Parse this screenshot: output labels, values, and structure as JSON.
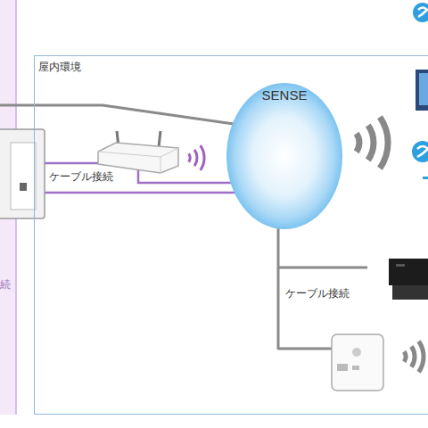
{
  "diagram": {
    "nodes": [
      {
        "text": [
          "屋内環境"
        ]
      },
      {
        "text": [
          "SENSE"
        ],
        "in": 0
      }
    ],
    "labels": [
      "ケーブル接続",
      "ケーブル接続",
      "続"
    ]
  }
}
